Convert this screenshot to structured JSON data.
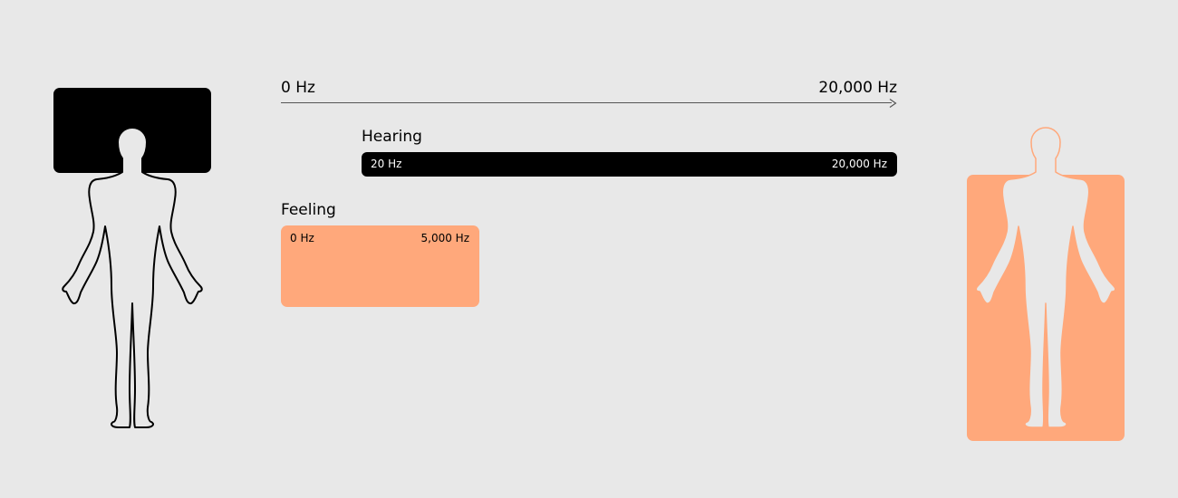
{
  "axis": {
    "min_label": "0 Hz",
    "max_label": "20,000 Hz"
  },
  "hearing": {
    "title": "Hearing",
    "min_label": "20 Hz",
    "max_label": "20,000 Hz"
  },
  "feeling": {
    "title": "Feeling",
    "min_label": "0 Hz",
    "max_label": "5,000 Hz"
  },
  "colors": {
    "background": "#e8e8e8",
    "hearing": "#000000",
    "feeling": "#ffa87b"
  },
  "icons": {
    "left": "human-figure-outline-icon",
    "right": "human-figure-silhouette-icon"
  }
}
